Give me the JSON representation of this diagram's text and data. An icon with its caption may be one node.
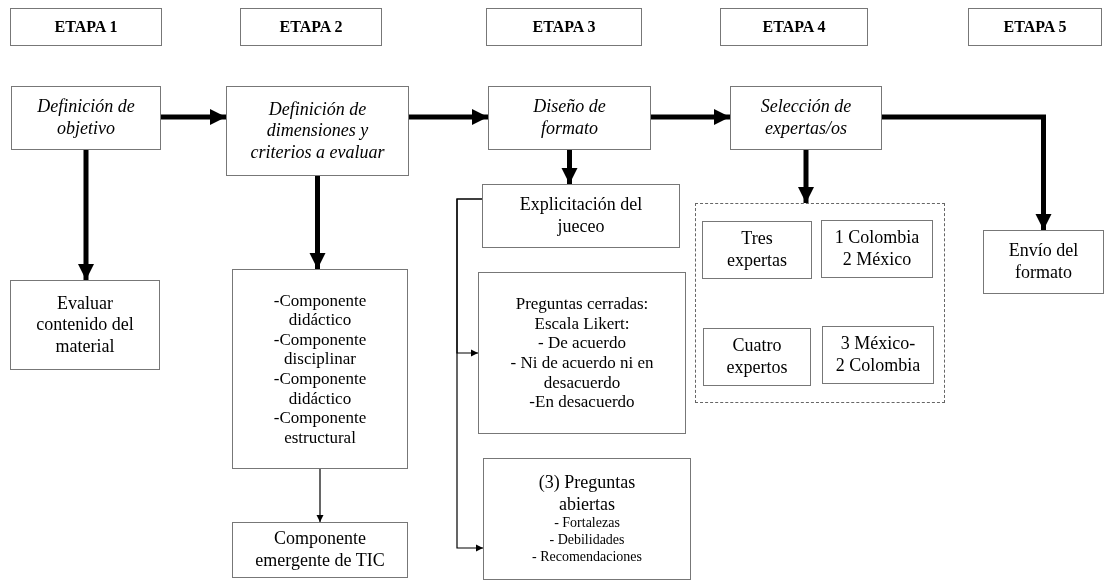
{
  "diagram": {
    "nodes": [
      {
        "text": [
          "ETAPA 1"
        ]
      },
      {
        "text": [
          "ETAPA 2"
        ]
      },
      {
        "text": [
          "ETAPA 3"
        ]
      },
      {
        "text": [
          "ETAPA 4"
        ]
      },
      {
        "text": [
          "ETAPA 5"
        ]
      },
      {
        "text": [
          "Definición de objetivo"
        ]
      },
      {
        "text": [
          "Definición de dimensiones y criterios a evaluar"
        ]
      },
      {
        "text": [
          "Diseño de formato"
        ]
      },
      {
        "text": [
          "Selección de expertas/os"
        ]
      },
      {
        "text": [
          "Evaluar contenido del material"
        ]
      },
      {
        "text": [
          "-Componente didáctico",
          "-Componente disciplinar",
          "-Componente didáctico",
          "-Componente estructural"
        ]
      },
      {
        "text": [
          "Componente emergente de TIC"
        ]
      },
      {
        "text": [
          "Explicitación del jueceo"
        ]
      },
      {
        "text": [
          "Preguntas cerradas:",
          "Escala Likert:",
          "- De acuerdo",
          "- Ni de acuerdo ni en desacuerdo",
          "-En desacuerdo"
        ]
      },
      {
        "text": [
          "(3) Preguntas abiertas",
          "- Fortalezas",
          "- Debilidades",
          "- Recomendaciones"
        ]
      },
      {
        "text": [],
        "shape": "box"
      },
      {
        "text": [
          "Tres expertas"
        ],
        "in": 15
      },
      {
        "text": [
          "1 Colombia 2 México"
        ],
        "in": 15
      },
      {
        "text": [
          "Cuatro expertos"
        ],
        "in": 15
      },
      {
        "text": [
          "3 México- 2 Colombia"
        ],
        "in": 15
      },
      {
        "text": [
          "Envío del formato"
        ]
      }
    ],
    "edges": [
      {
        "from": 5,
        "to": 6,
        "arrow": "to"
      },
      {
        "from": 6,
        "to": 7,
        "arrow": "to"
      },
      {
        "from": 7,
        "to": 8,
        "arrow": "to"
      },
      {
        "from": 8,
        "to": 20,
        "arrow": "to"
      },
      {
        "from": 5,
        "to": 9,
        "arrow": "to"
      },
      {
        "from": 6,
        "to": 10,
        "arrow": "to"
      },
      {
        "from": 10,
        "to": 11,
        "arrow": "to"
      },
      {
        "from": 7,
        "to": 12,
        "arrow": "to"
      },
      {
        "from": 8,
        "to": 15,
        "arrow": "to"
      },
      {
        "from": 12,
        "to": 13,
        "arrow": "to"
      },
      {
        "from": 12,
        "to": 14,
        "arrow": "to"
      }
    ]
  }
}
